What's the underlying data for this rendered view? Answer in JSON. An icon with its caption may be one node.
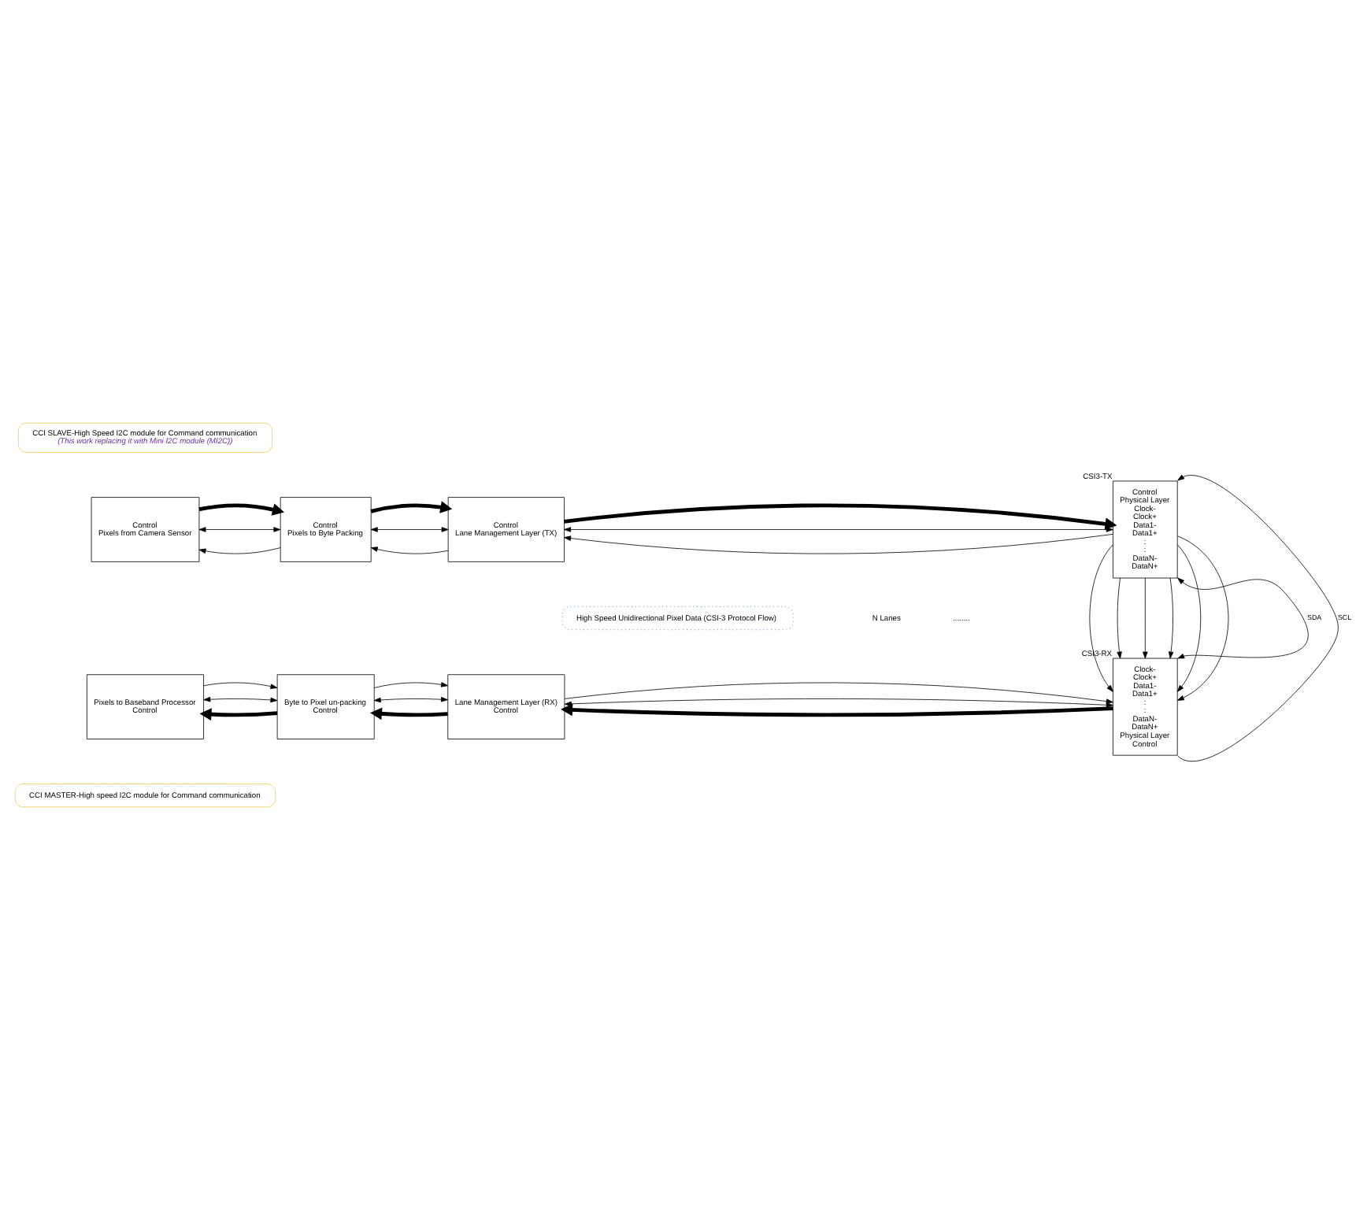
{
  "diagram": {
    "nodes": [
      {
        "text": [
          "CCI SLAVE-High Speed I2C module for Command communication",
          "(This work replacing it with Mini I2C module (MI2C))"
        ]
      },
      {
        "text": [
          "High Speed Unidirectional Pixel Data (CSI-3 Protocol Flow)"
        ]
      },
      {
        "text": [
          "Control",
          "Pixels from Camera Sensor"
        ]
      },
      {
        "text": [
          "Control",
          "Pixels to Byte Packing"
        ]
      },
      {
        "text": [
          "Control",
          "Lane Management Layer (TX)"
        ]
      },
      {
        "text": [
          "Control",
          "Physical Layer",
          "Clock-",
          "Clock+",
          "Data1-",
          "Data1+",
          ":",
          ":",
          "DataN-",
          "DataN+"
        ],
        "beside": [
          "CSI3-TX"
        ]
      },
      {
        "text": [
          "Pixels to Baseband Processor",
          "Control"
        ]
      },
      {
        "text": [
          "Byte to Pixel un-packing",
          "Control"
        ]
      },
      {
        "text": [
          "Lane Management Layer (RX)",
          "Control"
        ]
      },
      {
        "text": [
          "Clock-",
          "Clock+",
          "Data1-",
          "Data1+",
          ":",
          ":",
          "DataN-",
          "DataN+",
          "Physical Layer",
          "Control"
        ],
        "beside": [
          "CSI3-RX"
        ]
      },
      {
        "text": [
          "CCI MASTER-High speed I2C module for Command communication"
        ]
      }
    ],
    "edges": [
      {
        "from": 3,
        "to": 2,
        "arrow": "to"
      },
      {
        "from": 2,
        "to": 3,
        "arrow": "both"
      },
      {
        "from": 4,
        "to": 3,
        "arrow": "to"
      },
      {
        "from": 3,
        "to": 4,
        "arrow": "both"
      },
      {
        "from": 5,
        "to": 4,
        "arrow": "to"
      },
      {
        "from": 4,
        "to": 5,
        "arrow": "both"
      },
      {
        "from": 2,
        "to": 3,
        "arrow": "to",
        "style": "thick"
      },
      {
        "from": 3,
        "to": 4,
        "arrow": "to",
        "style": "thick"
      },
      {
        "from": 4,
        "to": 5,
        "arrow": "to",
        "style": "thick"
      },
      {
        "from": 5,
        "to": 9,
        "arrow": "to"
      },
      {
        "from": 5,
        "to": 9,
        "arrow": "to"
      },
      {
        "from": 5,
        "to": 9,
        "arrow": "to"
      },
      {
        "from": 5,
        "to": 9,
        "arrow": "to"
      },
      {
        "from": 5,
        "to": 9,
        "arrow": "to"
      },
      {
        "from": 5,
        "to": 9,
        "arrow": "to"
      },
      {
        "from": 9,
        "to": 8,
        "arrow": "to",
        "style": "thick"
      },
      {
        "from": 8,
        "to": 7,
        "arrow": "to",
        "style": "thick"
      },
      {
        "from": 7,
        "to": 6,
        "arrow": "to",
        "style": "thick"
      },
      {
        "from": 6,
        "to": 7,
        "arrow": "both"
      },
      {
        "from": 7,
        "to": 8,
        "arrow": "both"
      },
      {
        "from": 8,
        "to": 9,
        "arrow": "both"
      },
      {
        "from": 6,
        "to": 7,
        "arrow": "to"
      },
      {
        "from": 7,
        "to": 8,
        "arrow": "to"
      },
      {
        "from": 8,
        "to": 9,
        "arrow": "to"
      },
      {
        "from": 9,
        "to": 5,
        "arrow": "both",
        "label": "SDA"
      },
      {
        "from": 9,
        "to": 5,
        "arrow": "to",
        "label": "SCL"
      }
    ],
    "labels": [
      "........",
      "N Lanes"
    ]
  }
}
